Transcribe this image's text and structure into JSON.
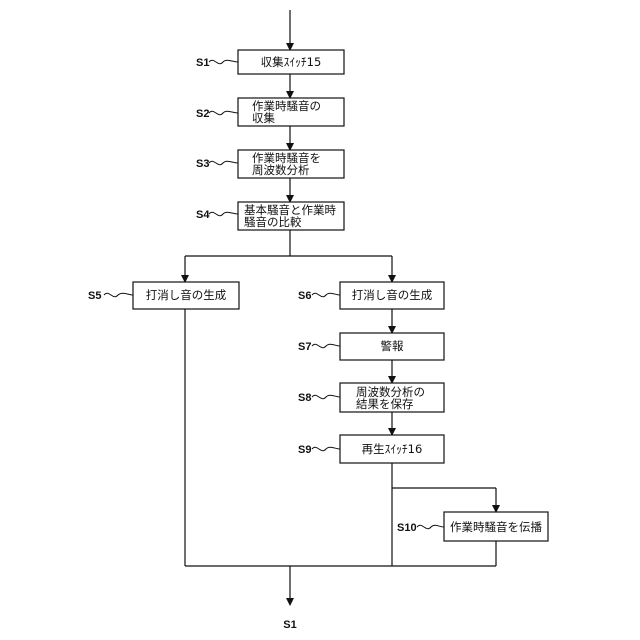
{
  "steps": {
    "s1": {
      "label": "S1",
      "lines": [
        "収集ｽｲｯﾁ15"
      ]
    },
    "s2": {
      "label": "S2",
      "lines": [
        "作業時騒音の",
        "収集"
      ]
    },
    "s3": {
      "label": "S3",
      "lines": [
        "作業時騒音を",
        "周波数分析"
      ]
    },
    "s4": {
      "label": "S4",
      "lines": [
        "基本騒音と作業時",
        "騒音の比較"
      ]
    },
    "s5": {
      "label": "S5",
      "lines": [
        "打消し音の生成"
      ]
    },
    "s6": {
      "label": "S6",
      "lines": [
        "打消し音の生成"
      ]
    },
    "s7": {
      "label": "S7",
      "lines": [
        "警報"
      ]
    },
    "s8": {
      "label": "S8",
      "lines": [
        "周波数分析の",
        "結果を保存"
      ]
    },
    "s9": {
      "label": "S9",
      "lines": [
        "再生ｽｲｯﾁ16"
      ]
    },
    "s10": {
      "label": "S10",
      "lines": [
        "作業時騒音を伝播"
      ]
    }
  },
  "end_label": "S1"
}
